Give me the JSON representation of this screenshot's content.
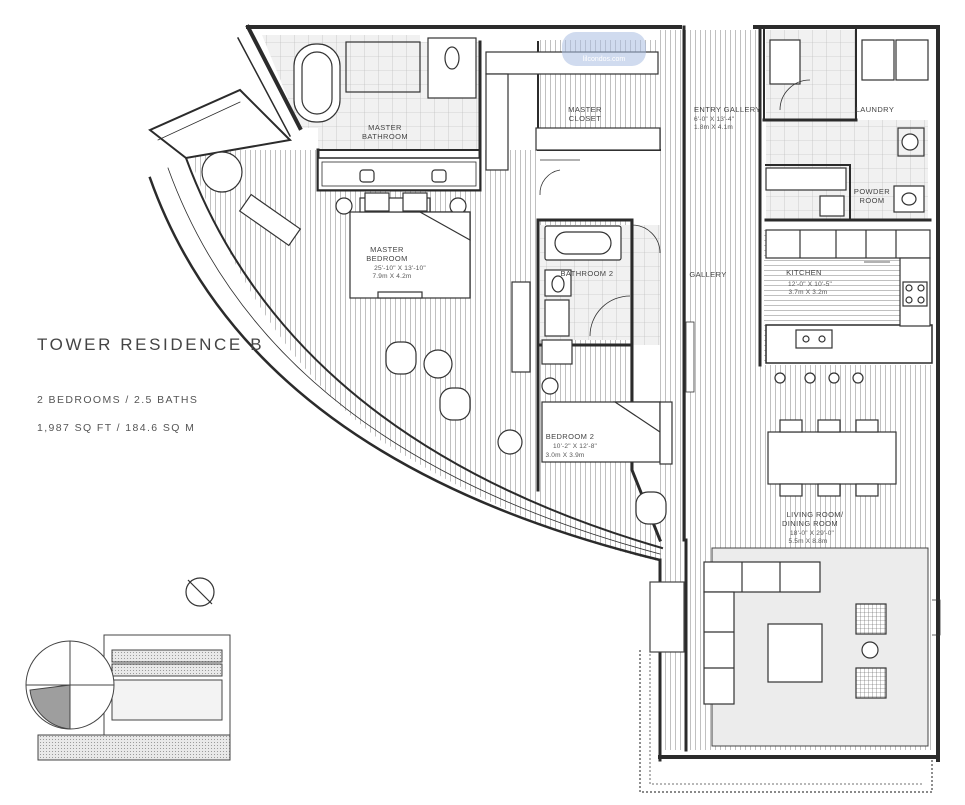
{
  "listing": {
    "title": "TOWER RESIDENCE B",
    "rooms_summary": "2 BEDROOMS / 2.5 BATHS",
    "area_summary": "1,987 SQ FT / 184.6 SQ M"
  },
  "rooms": {
    "master_bathroom": {
      "line1": "MASTER",
      "line2": "BATHROOM"
    },
    "master_closet": {
      "line1": "MASTER",
      "line2": "CLOSET"
    },
    "entry_gallery": {
      "name": "ENTRY GALLERY",
      "dim_ft": "6'-0\" X 13'-4\"",
      "dim_m": "1.8m X 4.1m"
    },
    "laundry": {
      "name": "LAUNDRY"
    },
    "powder_room": {
      "line1": "POWDER",
      "line2": "ROOM"
    },
    "master_bedroom": {
      "line1": "MASTER",
      "line2": "BEDROOM",
      "dim_ft": "25'-10\" X 13'-10\"",
      "dim_m": "7.9m X 4.2m"
    },
    "bathroom_2": {
      "name": "BATHROOM 2"
    },
    "gallery": {
      "name": "GALLERY"
    },
    "kitchen": {
      "name": "KITCHEN",
      "dim_ft": "12'-0\" X 10'-5\"",
      "dim_m": "3.7m X 3.2m"
    },
    "bedroom_2": {
      "name": "BEDROOM 2",
      "dim_ft": "10'-2\" X 12'-8\"",
      "dim_m": "3.0m X 3.9m"
    },
    "living_room": {
      "line1": "LIVING ROOM/",
      "line2": "DINING ROOM",
      "dim_ft": "18'-0\" X 29'-0\"",
      "dim_m": "5.5m X 8.8m"
    }
  },
  "watermark": {
    "text": "lilcondos.com"
  },
  "colors": {
    "line": "#333333",
    "hatch": "#9a9a9a",
    "tile": "#c8c8c8",
    "rug": "#eeeeee"
  }
}
